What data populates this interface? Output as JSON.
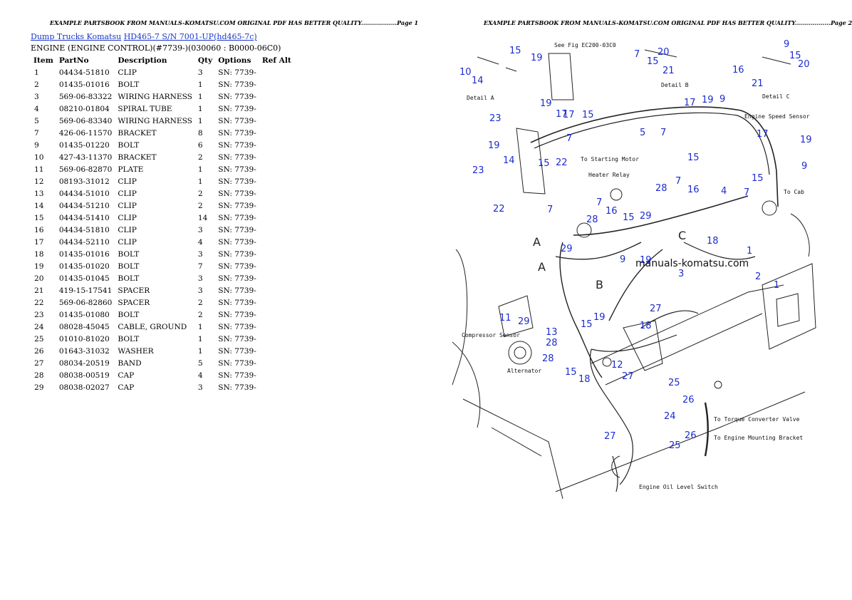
{
  "banner_left": "EXAMPLE PARTSBOOK FROM MANUALS-KOMATSU.COM ORIGINAL PDF HAS BETTER QUALITY..................Page 1",
  "banner_right": "EXAMPLE PARTSBOOK FROM MANUALS-KOMATSU.COM ORIGINAL PDF HAS BETTER QUALITY..................Page 2",
  "breadcrumb": {
    "link1": "Dump Trucks Komatsu",
    "link2": "HD465-7 S/N 7001-UP(hd465-7c)"
  },
  "section_title": "ENGINE (ENGINE CONTROL)(#7739-)(030060 : B0000-06C0)",
  "table": {
    "headers": [
      "Item",
      "PartNo",
      "Description",
      "Qty",
      "Options",
      "Ref Alt"
    ],
    "rows": [
      [
        "1",
        "04434-51810",
        "CLIP",
        "3",
        "SN: 7739-"
      ],
      [
        "2",
        "01435-01016",
        "BOLT",
        "1",
        "SN: 7739-"
      ],
      [
        "3",
        "569-06-83322",
        "WIRING HARNESS",
        "1",
        "SN: 7739-"
      ],
      [
        "4",
        "08210-01804",
        "SPIRAL TUBE",
        "1",
        "SN: 7739-"
      ],
      [
        "5",
        "569-06-83340",
        "WIRING HARNESS",
        "1",
        "SN: 7739-"
      ],
      [
        "7",
        "426-06-11570",
        "BRACKET",
        "8",
        "SN: 7739-"
      ],
      [
        "9",
        "01435-01220",
        "BOLT",
        "6",
        "SN: 7739-"
      ],
      [
        "10",
        "427-43-11370",
        "BRACKET",
        "2",
        "SN: 7739-"
      ],
      [
        "11",
        "569-06-82870",
        "PLATE",
        "1",
        "SN: 7739-"
      ],
      [
        "12",
        "08193-31012",
        "CLIP",
        "1",
        "SN: 7739-"
      ],
      [
        "13",
        "04434-51010",
        "CLIP",
        "2",
        "SN: 7739-"
      ],
      [
        "14",
        "04434-51210",
        "CLIP",
        "2",
        "SN: 7739-"
      ],
      [
        "15",
        "04434-51410",
        "CLIP",
        "14",
        "SN: 7739-"
      ],
      [
        "16",
        "04434-51810",
        "CLIP",
        "3",
        "SN: 7739-"
      ],
      [
        "17",
        "04434-52110",
        "CLIP",
        "4",
        "SN: 7739-"
      ],
      [
        "18",
        "01435-01016",
        "BOLT",
        "3",
        "SN: 7739-"
      ],
      [
        "19",
        "01435-01020",
        "BOLT",
        "7",
        "SN: 7739-"
      ],
      [
        "20",
        "01435-01045",
        "BOLT",
        "3",
        "SN: 7739-"
      ],
      [
        "21",
        "419-15-17541",
        "SPACER",
        "3",
        "SN: 7739-"
      ],
      [
        "22",
        "569-06-82860",
        "SPACER",
        "2",
        "SN: 7739-"
      ],
      [
        "23",
        "01435-01080",
        "BOLT",
        "2",
        "SN: 7739-"
      ],
      [
        "24",
        "08028-45045",
        "CABLE, GROUND",
        "1",
        "SN: 7739-"
      ],
      [
        "25",
        "01010-81020",
        "BOLT",
        "1",
        "SN: 7739-"
      ],
      [
        "26",
        "01643-31032",
        "WASHER",
        "1",
        "SN: 7739-"
      ],
      [
        "27",
        "08034-20519",
        "BAND",
        "5",
        "SN: 7739-"
      ],
      [
        "28",
        "08038-00519",
        "CAP",
        "4",
        "SN: 7739-"
      ],
      [
        "29",
        "08038-02027",
        "CAP",
        "3",
        "SN: 7739-"
      ]
    ]
  },
  "diagram": {
    "watermark": "manuals-komatsu.com",
    "labels": {
      "see": "See Fig EC200-03C0",
      "detail_a": "Detail A",
      "detail_b": "Detail B",
      "detail_c": "Detail C",
      "engine_speed": "Engine Speed Sensor",
      "starting_motor": "To Starting Motor",
      "heater_relay": "Heater Relay",
      "to_cab": "To Cab",
      "compressor": "Compressor Sensor",
      "alternator": "Alternator",
      "torque_valve": "To Torque Converter Valve",
      "mount_bracket": "To Engine Mounting Bracket",
      "oil_switch": "Engine Oil Level Switch"
    },
    "letters": [
      "A",
      "A",
      "B",
      "C"
    ],
    "callouts": [
      "15",
      "19",
      "10",
      "14",
      "7",
      "15",
      "20",
      "21",
      "9",
      "16",
      "15",
      "20",
      "21",
      "19",
      "17",
      "17",
      "15",
      "19",
      "23",
      "7",
      "5",
      "17",
      "19",
      "9",
      "7",
      "15",
      "17",
      "19",
      "9",
      "14",
      "15",
      "22",
      "23",
      "22",
      "7",
      "28",
      "7",
      "16",
      "4",
      "7",
      "15",
      "7",
      "28",
      "16",
      "15",
      "29",
      "18",
      "29",
      "9",
      "19",
      "3",
      "1",
      "2",
      "1",
      "27",
      "11",
      "29",
      "13",
      "19",
      "15",
      "18",
      "28",
      "28",
      "12",
      "15",
      "18",
      "27",
      "25",
      "26",
      "24",
      "27",
      "26",
      "25"
    ]
  }
}
